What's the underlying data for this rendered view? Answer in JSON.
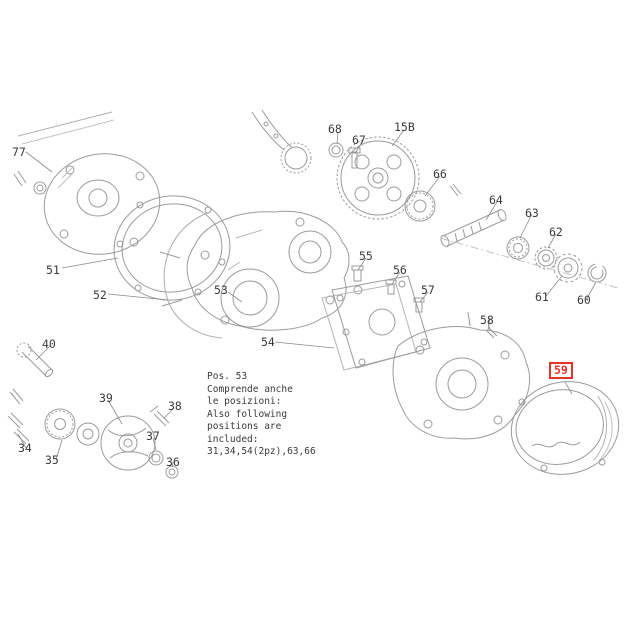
{
  "diagram": {
    "kind": "exploded-parts-diagram",
    "subject": "engine crankcase assembly"
  },
  "colors": {
    "highlight": "#e8332a",
    "line": "#9b9b9b",
    "text": "#3a3a3a",
    "background": "#ffffff"
  },
  "highlighted_part": "59",
  "note": {
    "text": "Pos. 53\nComprende anche\nle posizioni:\nAlso following\npositions are\nincluded:\n31,34,54(2pz),63,66"
  },
  "labels": [
    {
      "text": "77"
    },
    {
      "text": "68"
    },
    {
      "text": "67"
    },
    {
      "text": "15B"
    },
    {
      "text": "66"
    },
    {
      "text": "64"
    },
    {
      "text": "63"
    },
    {
      "text": "62"
    },
    {
      "text": "51"
    },
    {
      "text": "52"
    },
    {
      "text": "53"
    },
    {
      "text": "55"
    },
    {
      "text": "56"
    },
    {
      "text": "57"
    },
    {
      "text": "61"
    },
    {
      "text": "60"
    },
    {
      "text": "40"
    },
    {
      "text": "54"
    },
    {
      "text": "58"
    },
    {
      "text": "59"
    },
    {
      "text": "39"
    },
    {
      "text": "38"
    },
    {
      "text": "37"
    },
    {
      "text": "36"
    },
    {
      "text": "35"
    },
    {
      "text": "34"
    }
  ]
}
